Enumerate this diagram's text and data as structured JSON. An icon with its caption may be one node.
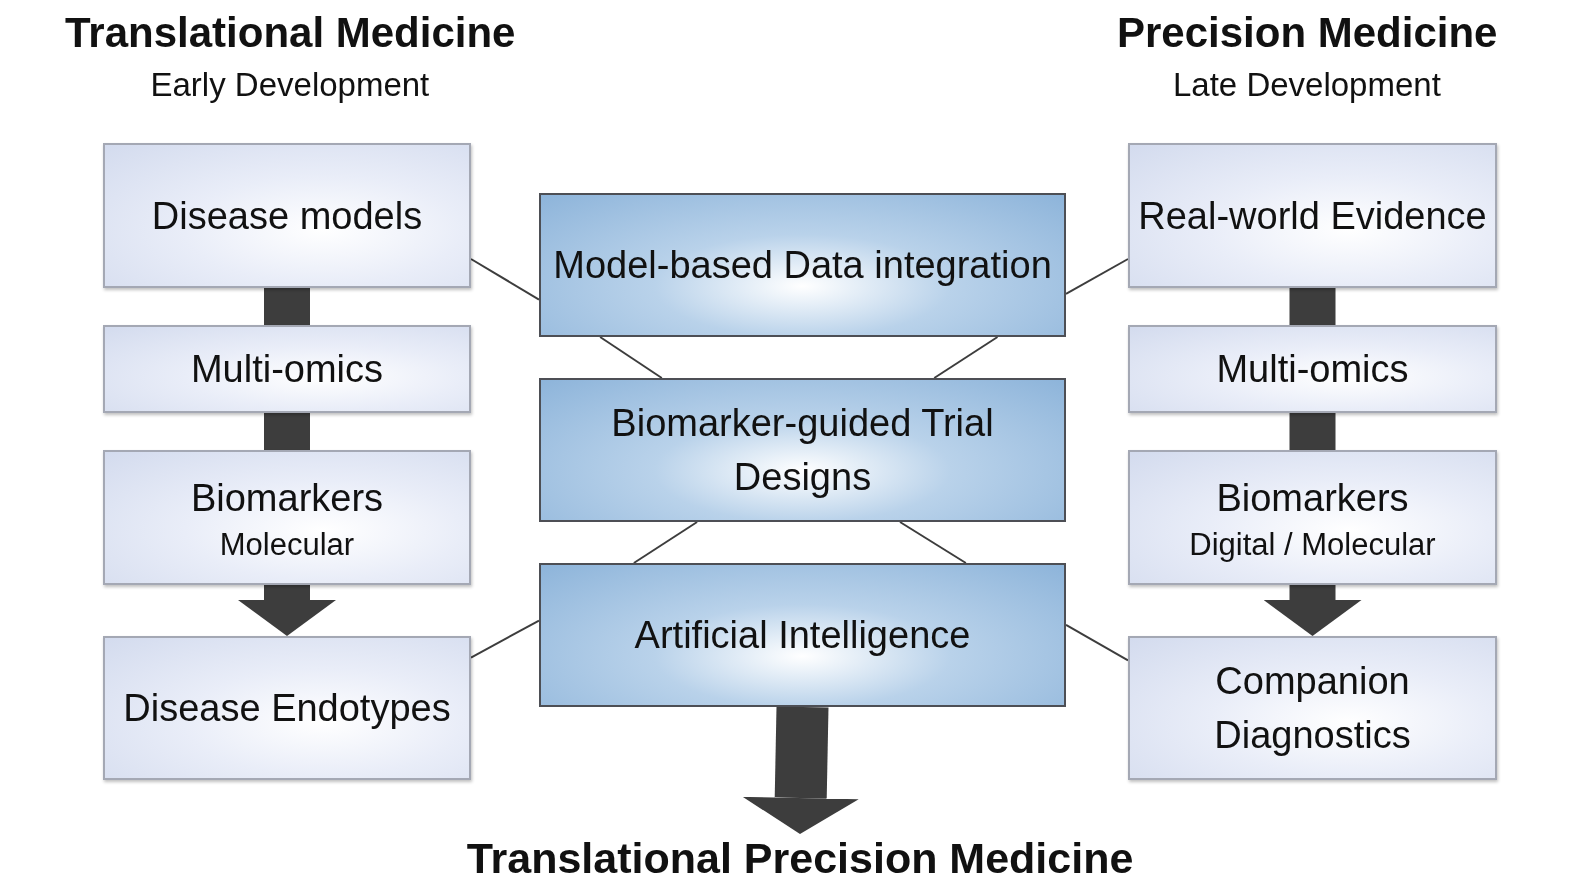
{
  "diagram": {
    "nodes": [
      {
        "text": [
          "Disease models"
        ]
      },
      {
        "text": [
          "Multi-omics"
        ]
      },
      {
        "text": [
          "Biomarkers",
          "Molecular"
        ]
      },
      {
        "text": [
          "Disease Endotypes"
        ]
      },
      {
        "text": [
          "Model-based Data integration"
        ]
      },
      {
        "text": [
          "Biomarker-guided Trial Designs"
        ]
      },
      {
        "text": [
          "Artificial Intelligence"
        ]
      },
      {
        "text": [
          "Real-world Evidence"
        ]
      },
      {
        "text": [
          "Multi-omics"
        ]
      },
      {
        "text": [
          "Biomarkers",
          "Digital / Molecular"
        ]
      },
      {
        "text": [
          "Companion Diagnostics"
        ]
      },
      {
        "text": [
          "Translational Precision Medicine"
        ]
      }
    ],
    "edges": [
      {
        "from": 0,
        "to": 1,
        "arrow": "none",
        "style": "thick"
      },
      {
        "from": 1,
        "to": 2,
        "arrow": "none",
        "style": "thick"
      },
      {
        "from": 2,
        "to": 3,
        "arrow": "to",
        "style": "thick"
      },
      {
        "from": 7,
        "to": 8,
        "arrow": "none",
        "style": "thick"
      },
      {
        "from": 8,
        "to": 9,
        "arrow": "none",
        "style": "thick"
      },
      {
        "from": 9,
        "to": 10,
        "arrow": "to",
        "style": "thick"
      },
      {
        "from": 0,
        "to": 4,
        "arrow": "none"
      },
      {
        "from": 7,
        "to": 4,
        "arrow": "none"
      },
      {
        "from": 4,
        "to": 5,
        "arrow": "none"
      },
      {
        "from": 4,
        "to": 5,
        "arrow": "none"
      },
      {
        "from": 5,
        "to": 6,
        "arrow": "none"
      },
      {
        "from": 5,
        "to": 6,
        "arrow": "none"
      },
      {
        "from": 3,
        "to": 6,
        "arrow": "none"
      },
      {
        "from": 10,
        "to": 6,
        "arrow": "none"
      },
      {
        "from": 6,
        "to": 11,
        "arrow": "to",
        "style": "thick"
      }
    ],
    "labels": [
      "Translational Medicine",
      "Early Development",
      "Precision Medicine",
      "Late Development"
    ]
  }
}
